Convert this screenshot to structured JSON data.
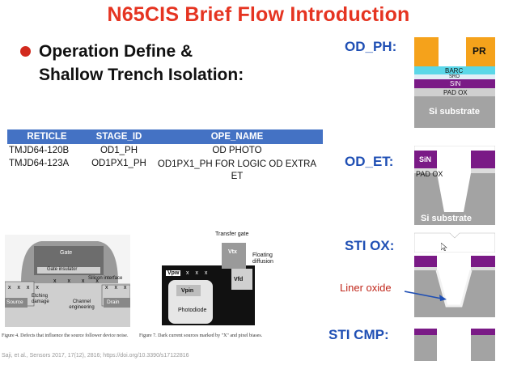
{
  "slide": {
    "title": "N65CIS Brief Flow Introduction",
    "bullet": {
      "line1": "Operation Define &",
      "line2": "Shallow Trench Isolation:"
    }
  },
  "table": {
    "headers": [
      "RETICLE",
      "STAGE_ID",
      "OPE_NAME"
    ],
    "rows": [
      [
        "TMJD64-120B",
        "OD1_PH",
        "OD PHOTO"
      ],
      [
        "TMJD64-123A",
        "OD1PX1_PH",
        "OD1PX1_PH FOR LOGIC OD EXTRA ET"
      ]
    ]
  },
  "figure_left": {
    "gate": "Gate",
    "gate_insulator": "Gate insulator",
    "silicon_interface": "Silicon interface",
    "source": "Source",
    "drain": "Drain",
    "etching_damage": "Etching damage",
    "channel_engineering": "Channel engineering",
    "caption": "Figure 4. Defects that influence the source follower device noise.",
    "defect_mark": "X"
  },
  "figure_right": {
    "transfer_gate": "Transfer gate",
    "vtx": "Vtx",
    "floating_diffusion": "Floating diffusion",
    "vfd": "Vfd",
    "vpw": "Vpw",
    "vpin": "Vpin",
    "photodiode": "Photodiode",
    "caption": "Figure 7. Dark current sources marked by \"X\" and pixel biases."
  },
  "footer": {
    "citation": "Saji, et al., Sensors 2017, 17(12), 2816; https://doi.org/10.3390/s17122816"
  },
  "diagrams": {
    "od_ph": {
      "label": "OD_PH:",
      "pr": "PR",
      "barc": "BARC",
      "sro": "SRO",
      "sin": "SIN",
      "pad_ox": "PAD OX",
      "substrate": "Si substrate"
    },
    "od_et": {
      "label": "OD_ET:",
      "sin": "SiN",
      "pad_ox": "PAD OX",
      "substrate": "Si substrate"
    },
    "sti_ox": {
      "label": "STI OX:",
      "liner_oxide": "Liner oxide"
    },
    "sti_cmp": {
      "label": "STI CMP:"
    }
  },
  "colors": {
    "title": "#e53421",
    "bullet": "#d22a1e",
    "step_label": "#1f4fb4",
    "table_header": "#4472c4",
    "pr": "#f5a21b",
    "barc": "#5bd7e8",
    "sin": "#7a1a86",
    "substrate": "#a3a3a3",
    "liner_label": "#c0261a"
  }
}
